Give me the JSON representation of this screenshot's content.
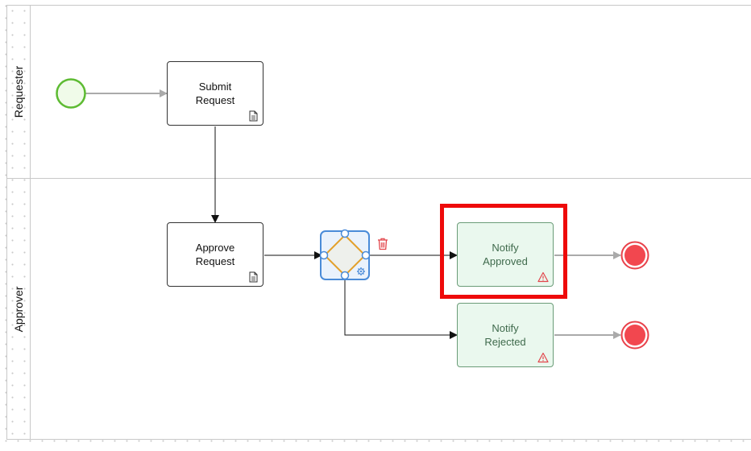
{
  "lanes": [
    {
      "name": "Requester"
    },
    {
      "name": "Approver"
    }
  ],
  "tasks": {
    "submit_request": {
      "label": "Submit\nRequest",
      "icon": "document-icon"
    },
    "approve_request": {
      "label": "Approve\nRequest",
      "icon": "document-icon"
    },
    "notify_approved": {
      "label": "Notify\nApproved",
      "icon": "warning-icon"
    },
    "notify_rejected": {
      "label": "Notify\nRejected",
      "icon": "warning-icon"
    }
  },
  "gateway": {
    "type": "exclusive-gateway",
    "icon": "gear-icon"
  },
  "actions": {
    "delete_icon": "trash-icon"
  },
  "colors": {
    "start_event": "#5dbb32",
    "end_event": "#e8414a",
    "selection": "#4a8bd8",
    "highlight": "#ee0a0a",
    "warning": "#e2454b"
  }
}
